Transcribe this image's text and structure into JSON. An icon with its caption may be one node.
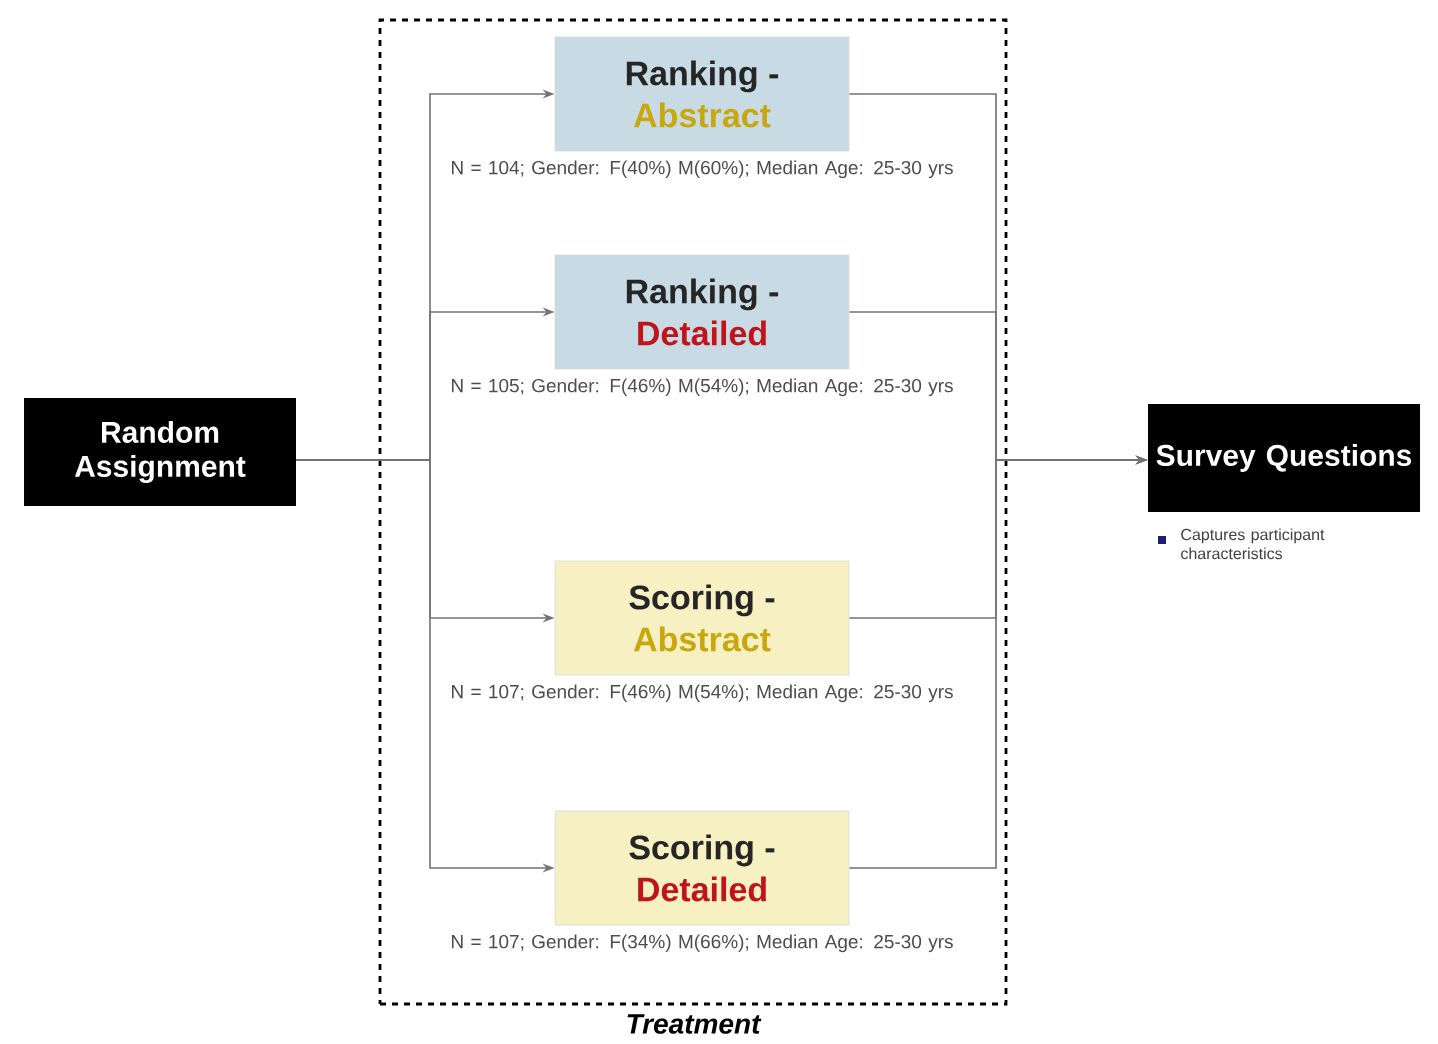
{
  "diagram": {
    "nodes": [
      {
        "text": [
          "Random Assignment"
        ]
      },
      {
        "text": [
          "Treatment"
        ]
      },
      {
        "text": [
          "Ranking -",
          "Abstract"
        ],
        "in": 1,
        "beside": [
          "N = 104; Gender: F(40%) M(60%); Median Age: 25-30 yrs"
        ]
      },
      {
        "text": [
          "Ranking -",
          "Detailed"
        ],
        "in": 1,
        "beside": [
          "N = 105; Gender: F(46%) M(54%); Median Age: 25-30 yrs"
        ]
      },
      {
        "text": [
          "Scoring -",
          "Abstract"
        ],
        "in": 1,
        "beside": [
          "N = 107; Gender: F(46%) M(54%); Median Age: 25-30 yrs"
        ]
      },
      {
        "text": [
          "Scoring -",
          "Detailed"
        ],
        "in": 1,
        "beside": [
          "N = 107; Gender: F(34%) M(66%); Median Age: 25-30 yrs"
        ]
      },
      {
        "text": [
          "Survey Questions"
        ],
        "beside": [
          "Captures participant characteristics"
        ]
      }
    ],
    "edges": [
      {
        "from": 0,
        "to": 2,
        "arrow": "to"
      },
      {
        "from": 0,
        "to": 3,
        "arrow": "to"
      },
      {
        "from": 0,
        "to": 4,
        "arrow": "to"
      },
      {
        "from": 0,
        "to": 5,
        "arrow": "to"
      },
      {
        "from": 2,
        "to": 6,
        "arrow": "to"
      },
      {
        "from": 3,
        "to": 6,
        "arrow": "to"
      },
      {
        "from": 4,
        "to": 6,
        "arrow": "to"
      },
      {
        "from": 5,
        "to": 6,
        "arrow": "to"
      }
    ]
  }
}
